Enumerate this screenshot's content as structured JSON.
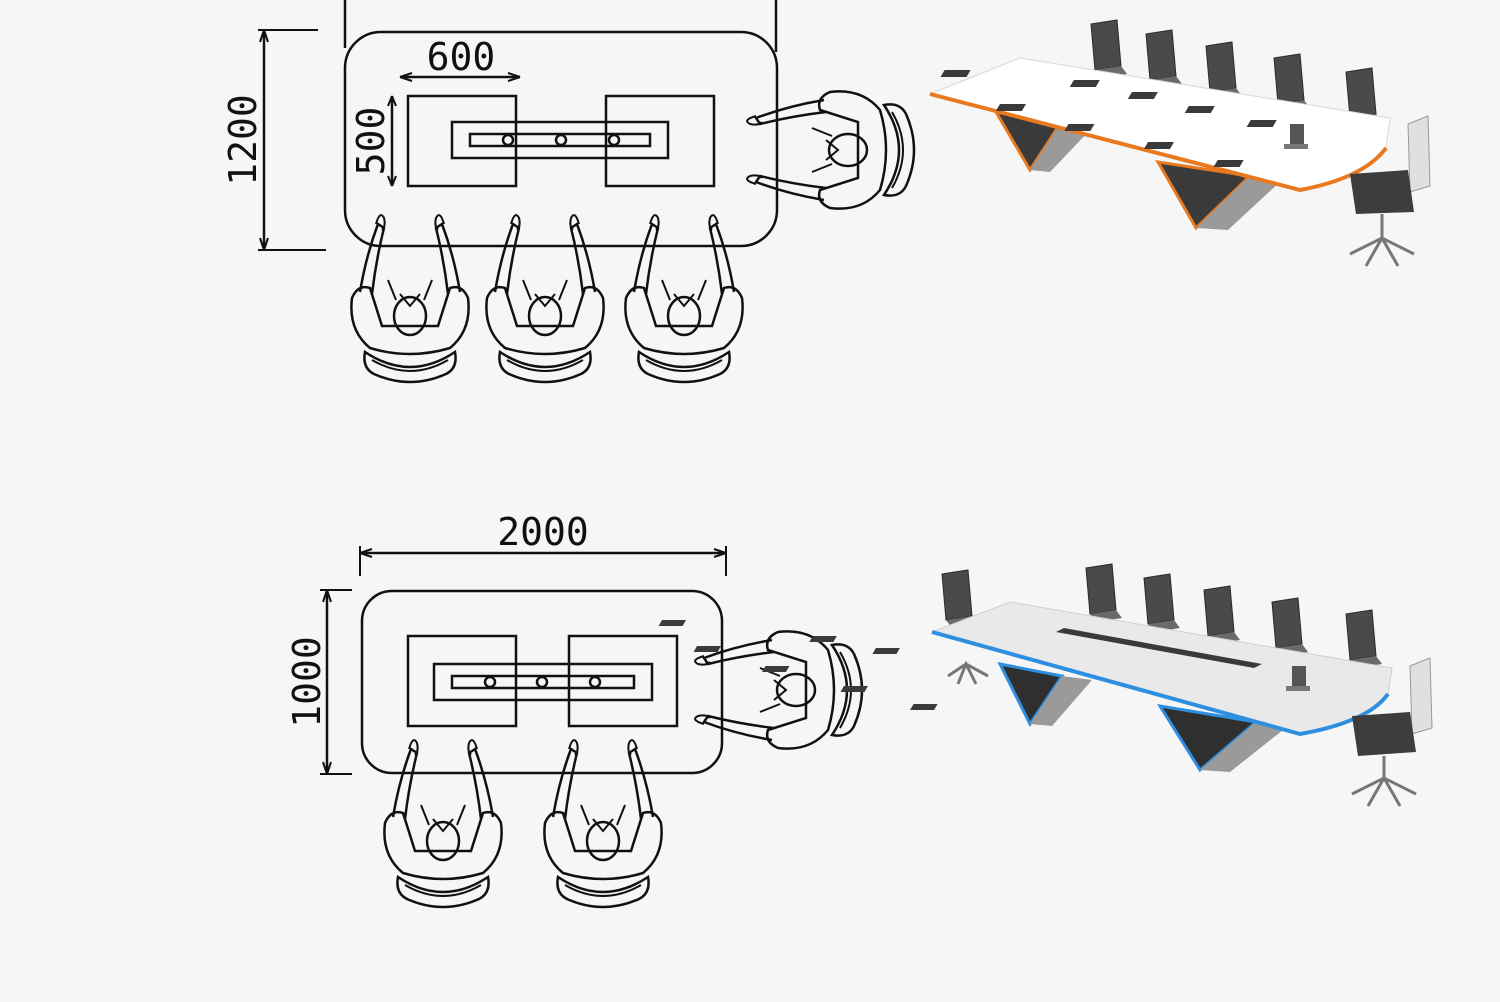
{
  "diagram": {
    "top_plan": {
      "overall_depth": "1200",
      "panel_width": "600",
      "panel_depth": "500"
    },
    "bottom_plan": {
      "overall_length": "2000",
      "overall_depth": "1000"
    }
  },
  "colors": {
    "background": "#f6f6f6",
    "line": "#111111",
    "top_table_edge": "#e8791f",
    "bottom_table_edge": "#2e8ee0",
    "table_top": "#ffffff",
    "chair": "#4a4a4a",
    "table_base": "#3a3a3a"
  },
  "icons": [
    "person-seated-icon",
    "office-chair-icon",
    "laptop-icon",
    "cable-tray-icon"
  ]
}
